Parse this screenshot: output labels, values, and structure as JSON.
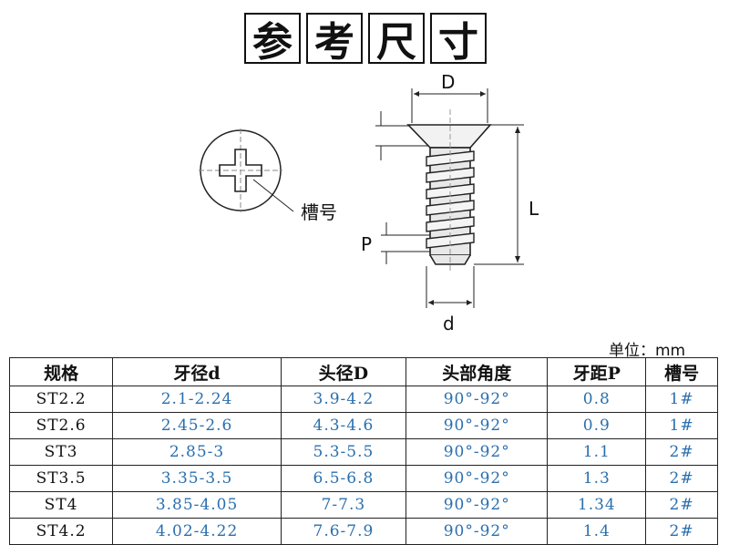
{
  "title": [
    "参",
    "考",
    "尺",
    "寸"
  ],
  "diagram": {
    "label_D": "D",
    "label_L": "L",
    "label_P": "P",
    "label_d": "d",
    "slot_label": "槽号"
  },
  "unit": "单位：mm",
  "table": {
    "headers": [
      "规格",
      "牙径d",
      "头径D",
      "头部角度",
      "牙距P",
      "槽号"
    ],
    "rows": [
      [
        "ST2.2",
        "2.1-2.24",
        "3.9-4.2",
        "90°-92°",
        "0.8",
        "1#"
      ],
      [
        "ST2.6",
        "2.45-2.6",
        "4.3-4.6",
        "90°-92°",
        "0.9",
        "1#"
      ],
      [
        "ST3",
        "2.85-3",
        "5.3-5.5",
        "90°-92°",
        "1.1",
        "2#"
      ],
      [
        "ST3.5",
        "3.35-3.5",
        "6.5-6.8",
        "90°-92°",
        "1.3",
        "2#"
      ],
      [
        "ST4",
        "3.85-4.05",
        "7-7.3",
        "90°-92°",
        "1.34",
        "2#"
      ],
      [
        "ST4.2",
        "4.02-4.22",
        "7.6-7.9",
        "90°-92°",
        "1.4",
        "2#"
      ]
    ]
  },
  "colors": {
    "value_text": "#2a6fae",
    "lines": "#222222"
  }
}
